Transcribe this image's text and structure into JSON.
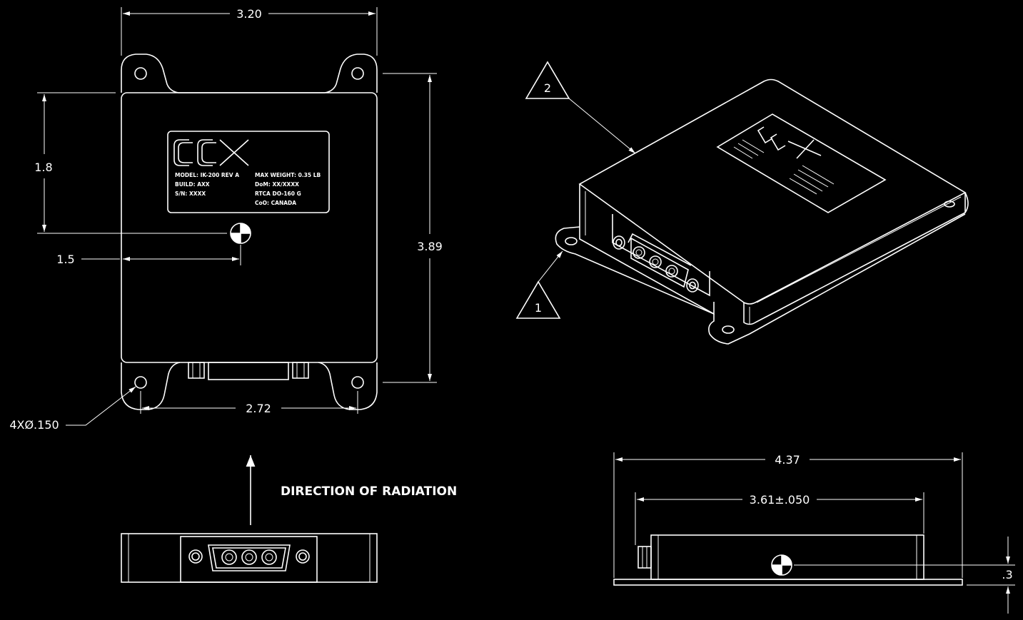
{
  "dimensions": {
    "width_top": "3.20",
    "height_left": "1.8",
    "cg_horizontal": "1.5",
    "height_overall": "3.89",
    "hole_spacing": "2.72",
    "hole_callout": "4XØ.150",
    "length_side": "4.37",
    "body_length": "3.61±.050",
    "cg_height": ".3"
  },
  "callouts": {
    "tri_1": "1",
    "tri_2": "2"
  },
  "direction_label": "DIRECTION OF RADIATION",
  "nameplate": {
    "logo": "CCX",
    "model": "MODEL: IK-200 REV A",
    "build": "BUILD: AXX",
    "sn": "S/N: XXXX",
    "max_weight": "MAX WEIGHT: 0.35 LB",
    "dom": "DoM: XX/XXXX",
    "rtca": "RTCA DO-160 G",
    "coo": "CoO: CANADA"
  },
  "colors": {
    "background": "#000000",
    "line": "#ffffff"
  }
}
